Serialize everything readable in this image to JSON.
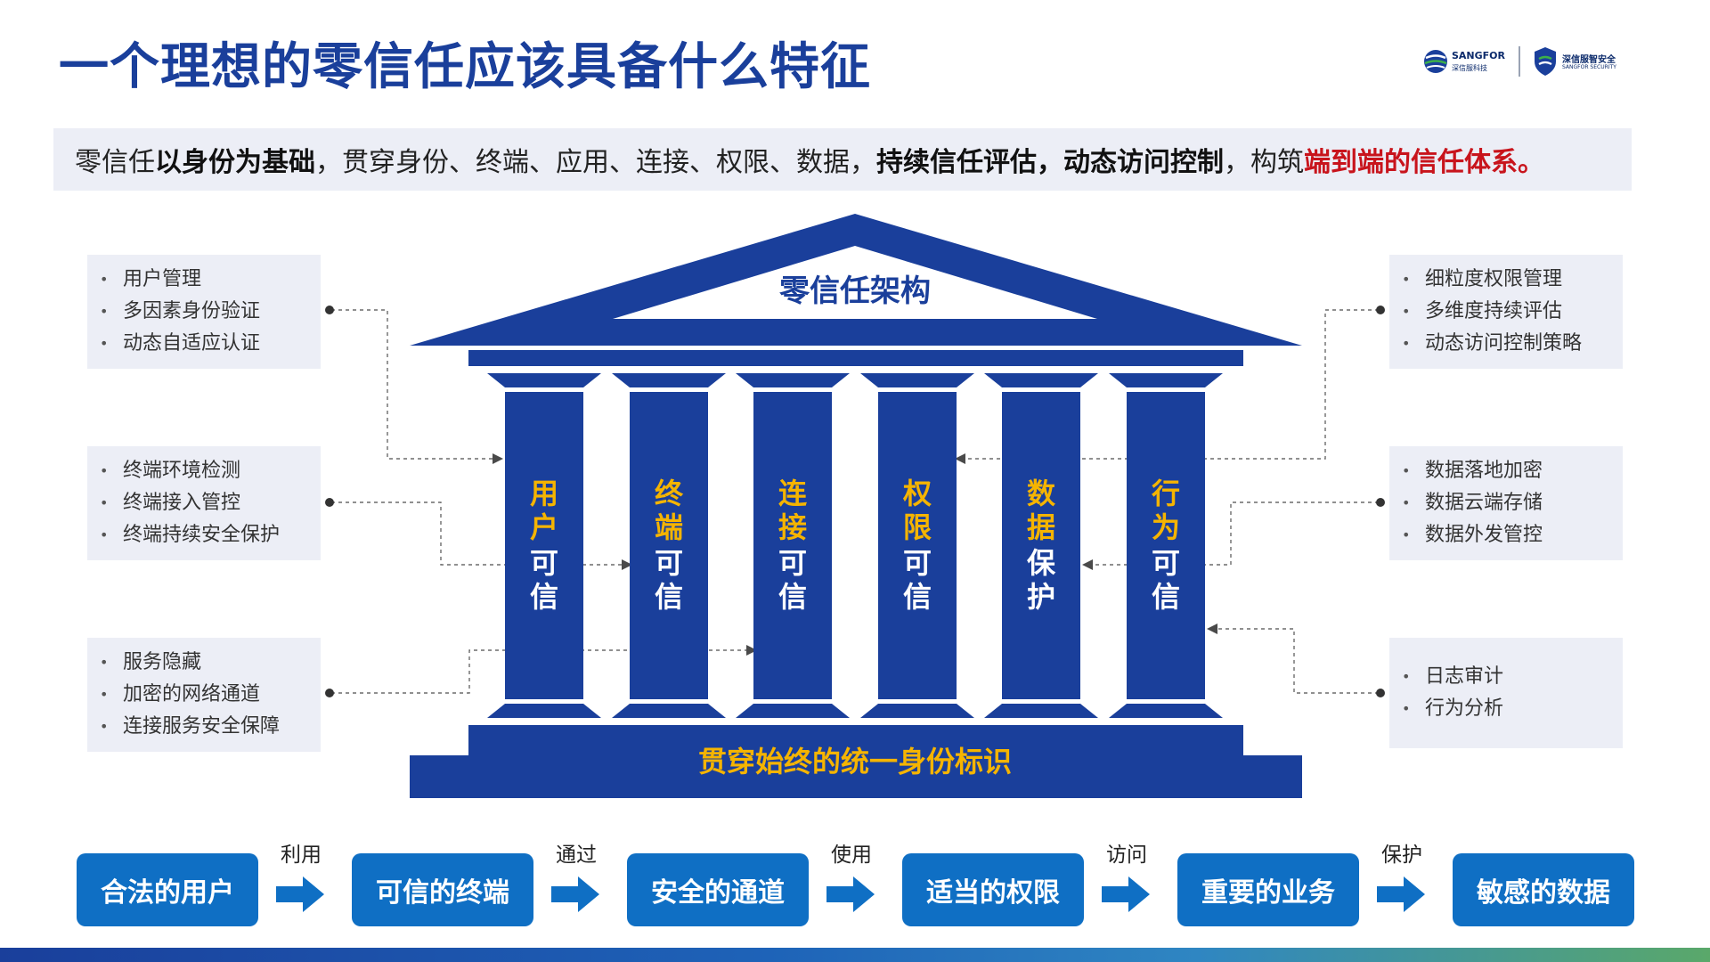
{
  "title": "一个理想的零信任应该具备什么特征",
  "logos": {
    "sangfor": {
      "name": "SANGFOR",
      "sub": "深信服科技"
    },
    "security": {
      "name": "深信服智安全",
      "sub": "SANGFOR SECURITY"
    }
  },
  "banner": {
    "part1": "零信任",
    "part2": "以身份为基础",
    "part3": "，贯穿身份、终端、应用、连接、权限、数据，",
    "part4": "持续信任评估，动态访问控制",
    "part5": "，构筑",
    "part6": "端到端的信任体系。"
  },
  "roof_label": "零信任架构",
  "base_label": "贯穿始终的统一身份标识",
  "pillars": [
    {
      "top1": "用",
      "top2": "户",
      "bottom1": "可",
      "bottom2": "信"
    },
    {
      "top1": "终",
      "top2": "端",
      "bottom1": "可",
      "bottom2": "信"
    },
    {
      "top1": "连",
      "top2": "接",
      "bottom1": "可",
      "bottom2": "信"
    },
    {
      "top1": "权",
      "top2": "限",
      "bottom1": "可",
      "bottom2": "信"
    },
    {
      "top1": "数",
      "top2": "据",
      "bottom1": "保",
      "bottom2": "护"
    },
    {
      "top1": "行",
      "top2": "为",
      "bottom1": "可",
      "bottom2": "信"
    }
  ],
  "left_boxes": [
    {
      "items": [
        "用户管理",
        "多因素身份验证",
        "动态自适应认证"
      ]
    },
    {
      "items": [
        "终端环境检测",
        "终端接入管控",
        "终端持续安全保护"
      ]
    },
    {
      "items": [
        "服务隐藏",
        "加密的网络通道",
        "连接服务安全保障"
      ]
    }
  ],
  "right_boxes": [
    {
      "items": [
        "细粒度权限管理",
        "多维度持续评估",
        "动态访问控制策略"
      ]
    },
    {
      "items": [
        "数据落地加密",
        "数据云端存储",
        "数据外发管控"
      ]
    },
    {
      "items": [
        "日志审计",
        "行为分析"
      ]
    }
  ],
  "flow": {
    "steps": [
      "合法的用户",
      "可信的终端",
      "安全的通道",
      "适当的权限",
      "重要的业务",
      "敏感的数据"
    ],
    "verbs": [
      "利用",
      "通过",
      "使用",
      "访问",
      "保护"
    ]
  },
  "colors": {
    "navy": "#1a3f9b",
    "pillar_gold": "#f5b400",
    "flow_blue": "#0f6fc4",
    "highlight_red": "#c8141c"
  }
}
